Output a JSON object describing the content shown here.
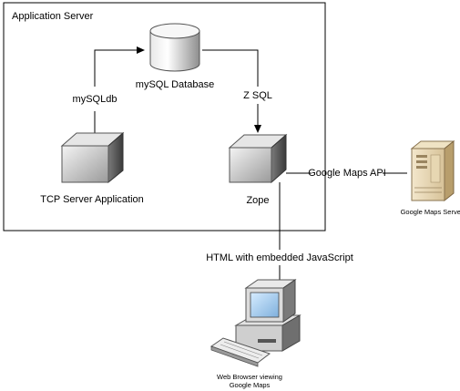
{
  "diagram": {
    "container": {
      "title": "Application Server"
    },
    "nodes": {
      "database": {
        "label": "mySQL Database",
        "icon": "database-cylinder-icon"
      },
      "tcp_server": {
        "label": "TCP Server Application",
        "icon": "server-box-icon"
      },
      "zope": {
        "label": "Zope",
        "icon": "server-box-icon"
      },
      "google_maps_server": {
        "label": "Google Maps Server",
        "icon": "tower-server-icon"
      },
      "web_browser": {
        "label_line1": "Web Browser viewing",
        "label_line2": "Google Maps",
        "icon": "desktop-computer-icon"
      }
    },
    "edges": {
      "tcp_to_db": {
        "label": "mySQLdb"
      },
      "db_to_zope": {
        "label": "Z SQL"
      },
      "zope_to_google": {
        "label": "Google Maps API"
      },
      "zope_to_browser": {
        "label": "HTML with embedded JavaScript"
      }
    }
  }
}
